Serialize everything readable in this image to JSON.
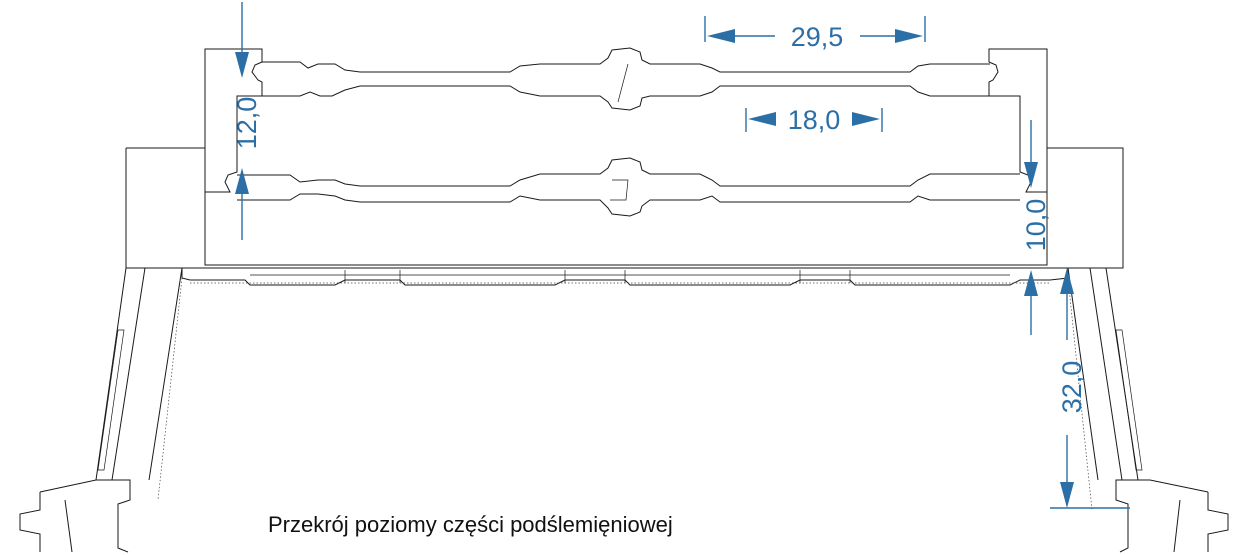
{
  "caption": "Przekrój poziomy części podślemięniowej",
  "dimensions": {
    "top_width": "29,5",
    "inner_width": "18,0",
    "left_height": "12,0",
    "right_height": "10,0",
    "bottom_depth": "32,0"
  },
  "colors": {
    "dimension": "#2c6fa6",
    "outline": "#1a1a1a"
  }
}
